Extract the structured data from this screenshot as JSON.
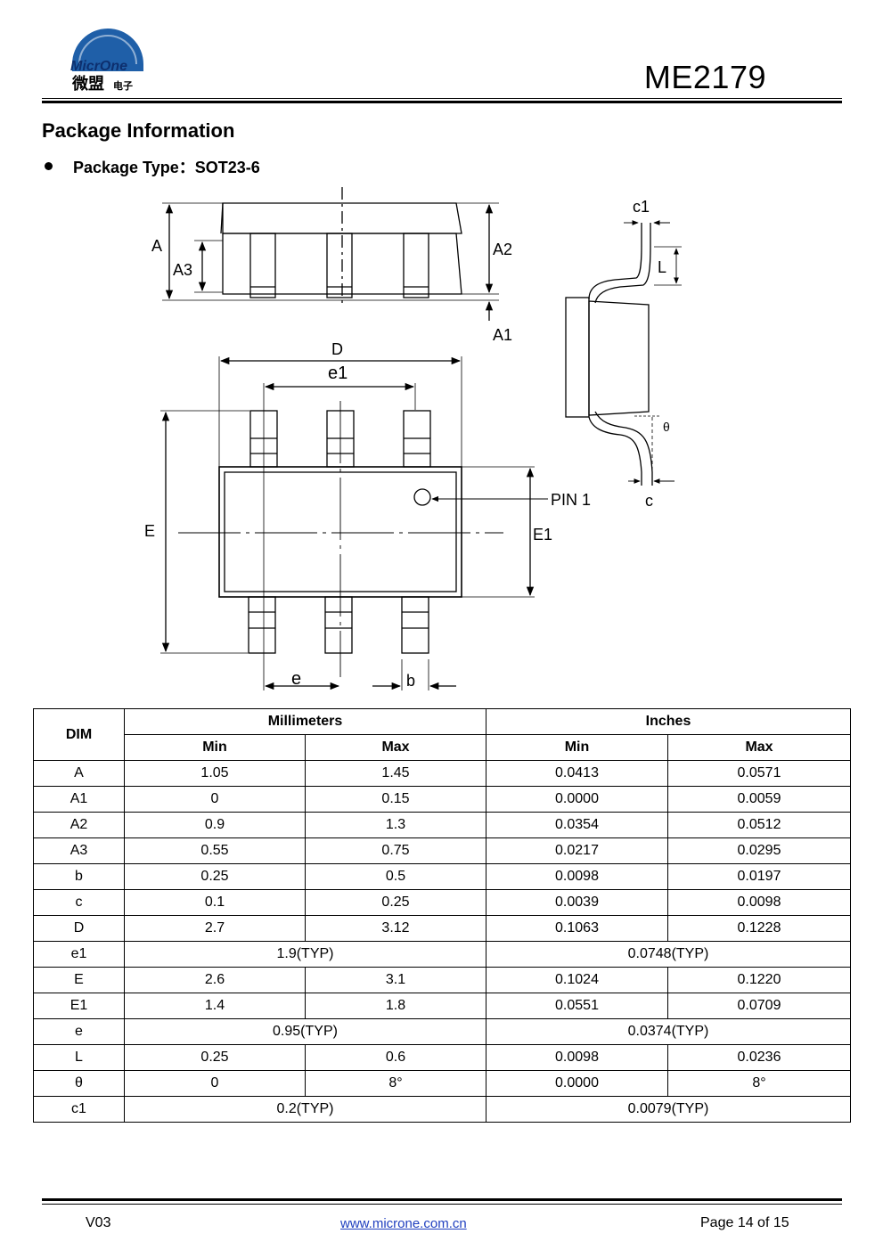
{
  "header": {
    "logo_text": "MicrOne",
    "logo_cn": "微盟",
    "logo_cn_small": "电子",
    "doc_title": "ME2179"
  },
  "section": {
    "title": "Package Information",
    "package_type": "Package Type：SOT23-6"
  },
  "drawing": {
    "labels": {
      "A": "A",
      "A1": "A1",
      "A2": "A2",
      "A3": "A3",
      "c1": "c1",
      "L": "L",
      "theta": "θ",
      "c": "c",
      "D": "D",
      "e1": "e1",
      "E": "E",
      "E1": "E1",
      "pin1": "PIN 1",
      "e": "e",
      "b": "b"
    }
  },
  "table": {
    "dim_header": "DIM",
    "group_mm": "Millimeters",
    "group_in": "Inches",
    "min": "Min",
    "max": "Max",
    "rows": [
      [
        "A",
        "1.05",
        "1.45",
        "0.0413",
        "0.0571"
      ],
      [
        "A1",
        "0",
        "0.15",
        "0.0000",
        "0.0059"
      ],
      [
        "A2",
        "0.9",
        "1.3",
        "0.0354",
        "0.0512"
      ],
      [
        "A3",
        "0.55",
        "0.75",
        "0.0217",
        "0.0295"
      ],
      [
        "b",
        "0.25",
        "0.5",
        "0.0098",
        "0.0197"
      ],
      [
        "c",
        "0.1",
        "0.25",
        "0.0039",
        "0.0098"
      ],
      [
        "D",
        "2.7",
        "3.12",
        "0.1063",
        "0.1228"
      ],
      [
        "e1",
        "1.9(TYP)",
        "0.0748(TYP)"
      ],
      [
        "E",
        "2.6",
        "3.1",
        "0.1024",
        "0.1220"
      ],
      [
        "E1",
        "1.4",
        "1.8",
        "0.0551",
        "0.0709"
      ],
      [
        "e",
        "0.95(TYP)",
        "0.0374(TYP)"
      ],
      [
        "L",
        "0.25",
        "0.6",
        "0.0098",
        "0.0236"
      ],
      [
        "θ",
        "0",
        "8°",
        "0.0000",
        "8°"
      ],
      [
        "c1",
        "0.2(TYP)",
        "0.0079(TYP)"
      ]
    ]
  },
  "footer": {
    "version": "V03",
    "url": "www.microne.com.cn",
    "page": "Page 14 of 15"
  }
}
